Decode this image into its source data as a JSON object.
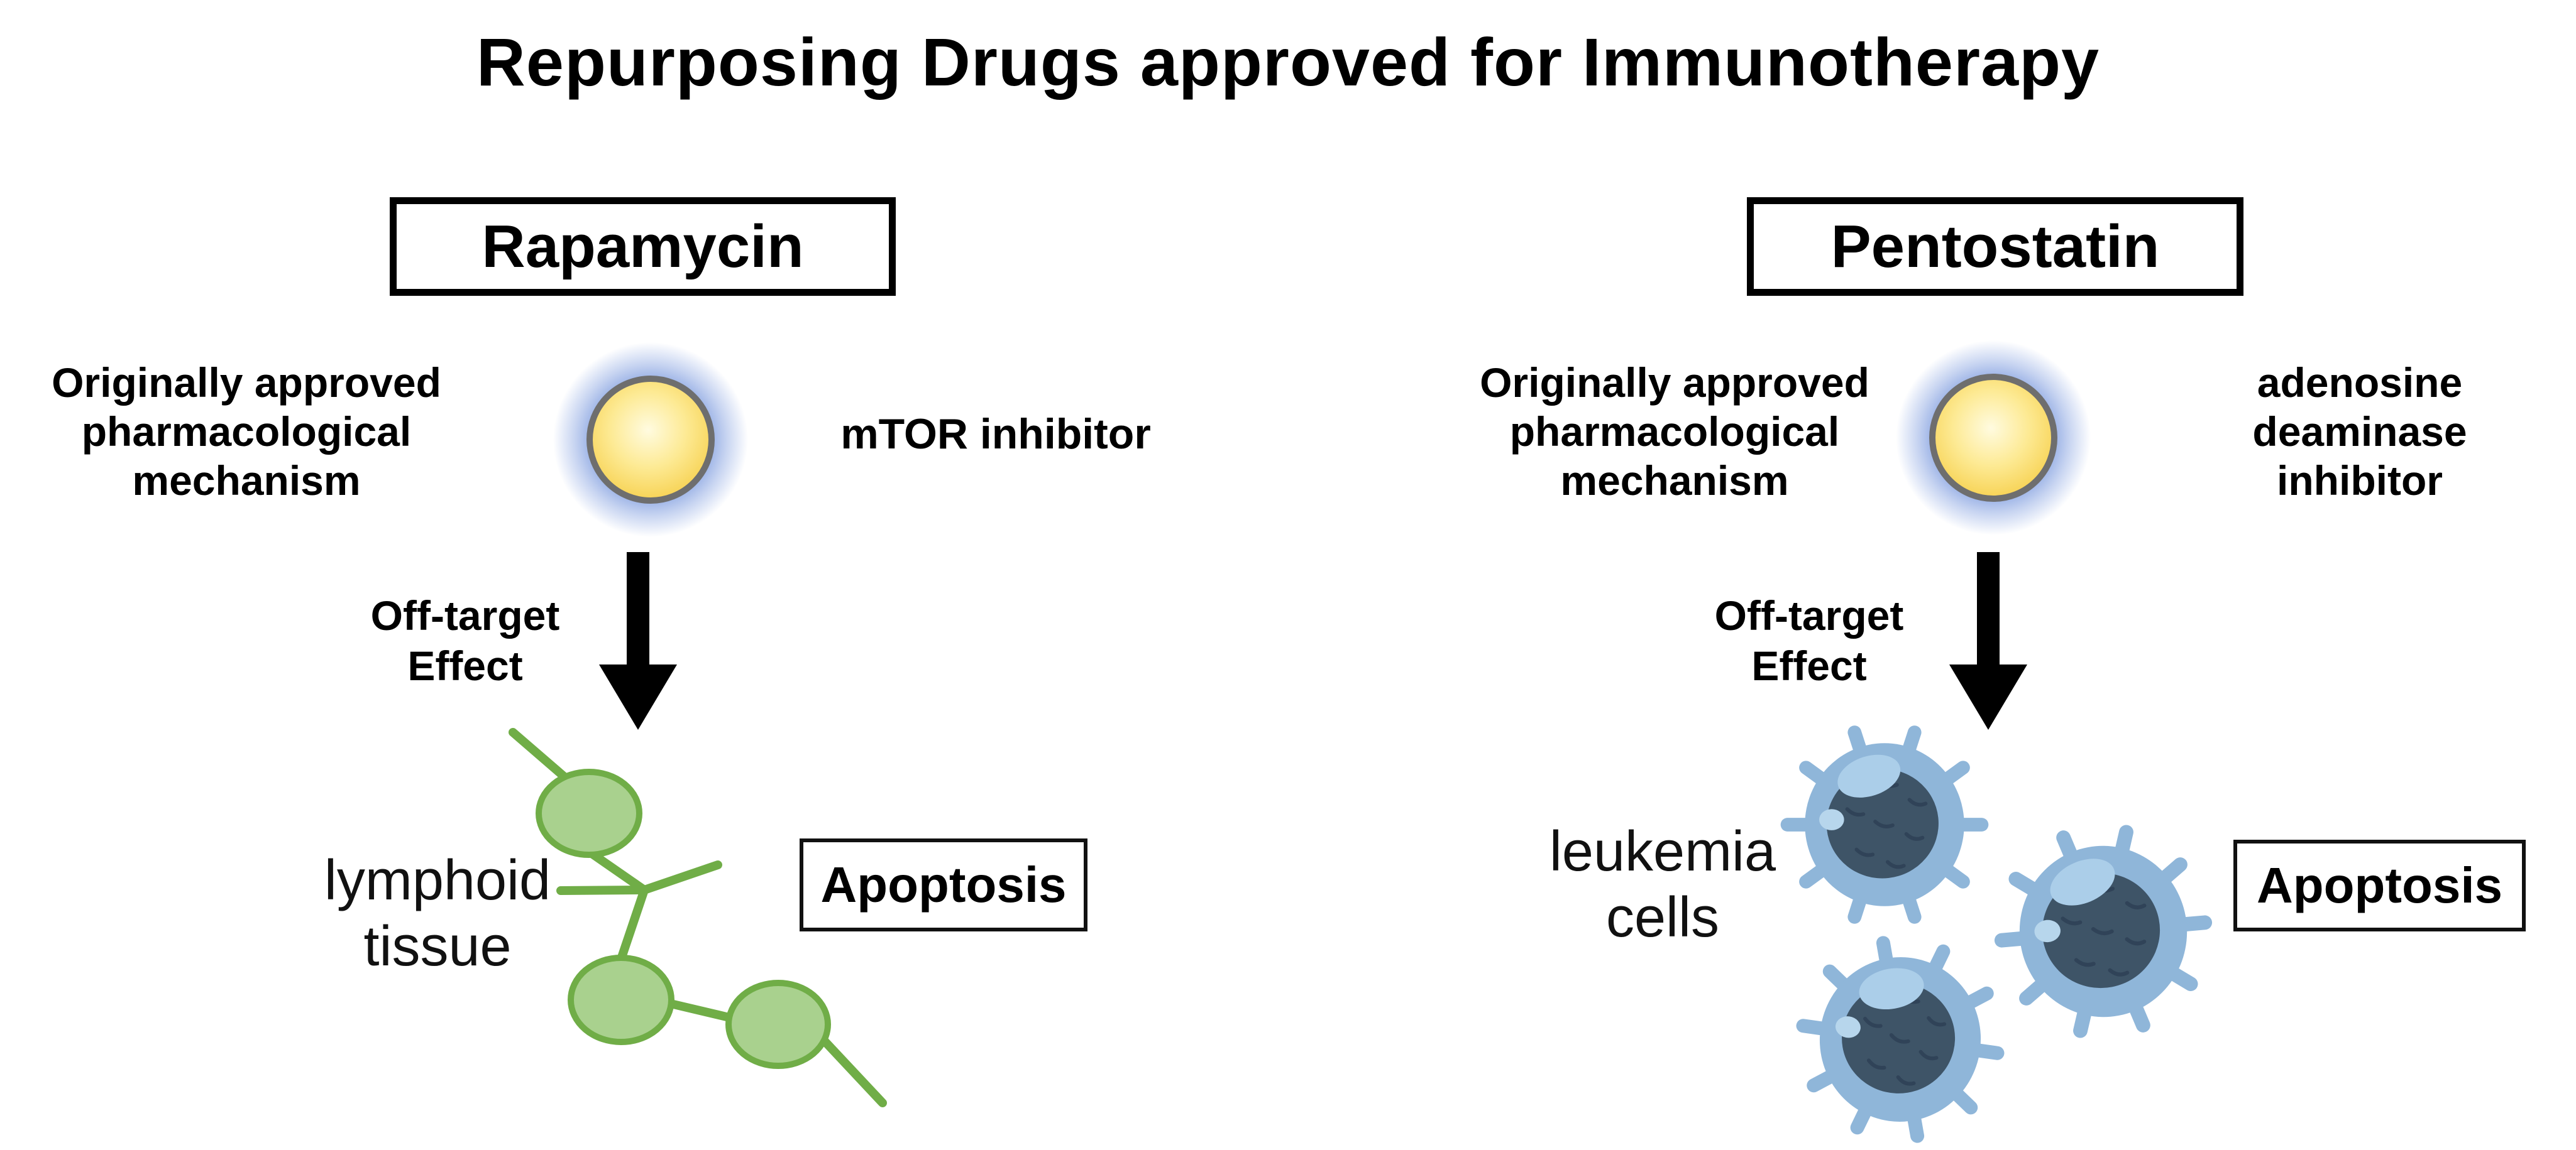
{
  "title": "Repurposing Drugs approved for Immunotherapy",
  "colors": {
    "background": "#ffffff",
    "text": "#000000",
    "box_border": "#000000",
    "capsule_yellow_center": "#fffbe0",
    "capsule_yellow_edge": "#f6cf4b",
    "capsule_ring_gray": "#6e6e6e",
    "capsule_glow_blue": "#8fa9e3",
    "arrow_black": "#000000",
    "tissue_green_fill": "#a9d18e",
    "tissue_green_stroke": "#70ad47",
    "cell_body_blue": "#8fb6d9",
    "cell_nucleus_dark": "#3e5467",
    "cell_highlight_blue": "#abcee9"
  },
  "panels": [
    {
      "drug_name": "Rapamycin",
      "origin_label": "Originally approved\npharmacological\nmechanism",
      "mechanism": "mTOR inhibitor",
      "offtarget_label": "Off-target\nEffect",
      "target_label": "lymphoid\ntissue",
      "target_icon": "lymphoid-tissue-icon",
      "outcome": "Apoptosis"
    },
    {
      "drug_name": "Pentostatin",
      "origin_label": "Originally approved\npharmacological\nmechanism",
      "mechanism": "adenosine\ndeaminase\ninhibitor",
      "offtarget_label": "Off-target\nEffect",
      "target_label": "leukemia\ncells",
      "target_icon": "leukemia-cells-icon",
      "outcome": "Apoptosis"
    }
  ]
}
